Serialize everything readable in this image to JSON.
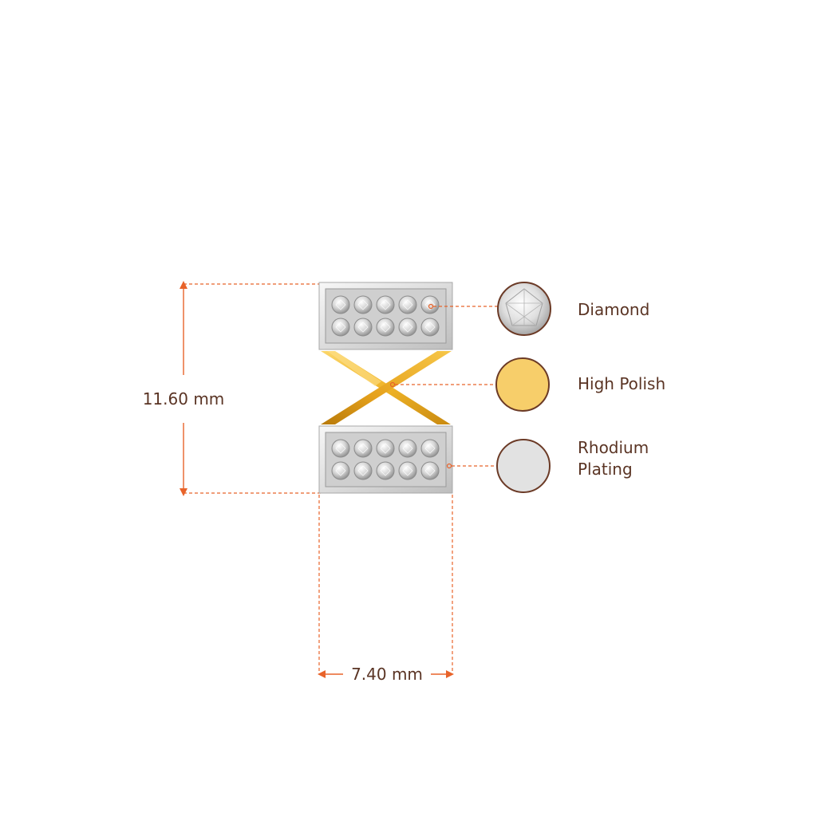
{
  "dimensions": {
    "height_label": "11.60 mm",
    "width_label": "7.40 mm"
  },
  "legend": [
    {
      "label": "Diamond",
      "swatch": "diamond",
      "color": "#e8e8e8"
    },
    {
      "label": "High Polish",
      "swatch": "gold",
      "color": "#f7ce6a"
    },
    {
      "label": "Rhodium Plating",
      "swatch": "rhodium",
      "color": "#e2e2e2"
    }
  ],
  "colors": {
    "accent": "#e8632a",
    "text": "#5a3424",
    "swatch_border": "#6b3a26",
    "gold": "#f0b428",
    "gold_dark": "#c98a10",
    "metal_white": "#ececec"
  }
}
